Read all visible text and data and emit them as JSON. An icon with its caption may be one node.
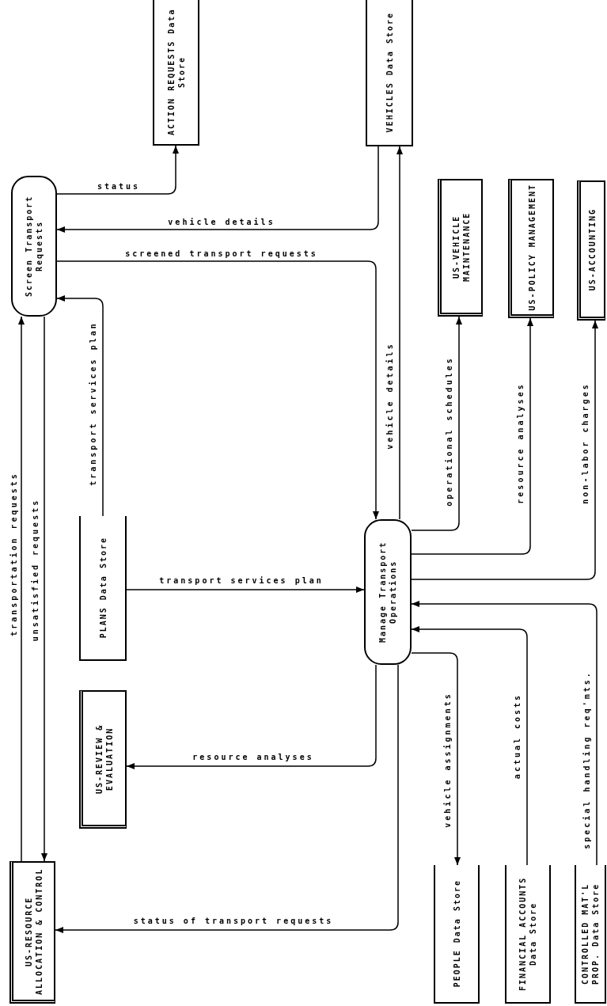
{
  "diagram": {
    "nodes": [
      {
        "text": [
          "Screen Transport Requests"
        ]
      },
      {
        "text": [
          "ACTION REQUESTS Data Store"
        ]
      },
      {
        "text": [
          "VEHICLES Data Store"
        ]
      },
      {
        "text": [
          "US-VEHICLE MAINTENANCE"
        ]
      },
      {
        "text": [
          "US-POLICY MANAGEMENT"
        ]
      },
      {
        "text": [
          "US-ACCOUNTING"
        ]
      },
      {
        "text": [
          "PLANS Data Store"
        ]
      },
      {
        "text": [
          "US-REVIEW & EVALUATION"
        ]
      },
      {
        "text": [
          "Manage Transport Operations"
        ]
      },
      {
        "text": [
          "US-RESOURCE ALLOCATION & CONTROL"
        ]
      },
      {
        "text": [
          "PEOPLE Data Store"
        ]
      },
      {
        "text": [
          "FINANCIAL ACCOUNTS Data Store"
        ]
      },
      {
        "text": [
          "CONTROLLED MAT'L PROP. Data Store"
        ]
      }
    ],
    "edges": [
      {
        "from": 0,
        "to": 1,
        "arrow": "to",
        "label": "status"
      },
      {
        "from": 2,
        "to": 0,
        "arrow": "to",
        "label": "vehicle details"
      },
      {
        "from": 0,
        "to": 8,
        "arrow": "to",
        "label": "screened transport requests"
      },
      {
        "from": 8,
        "to": 2,
        "arrow": "to",
        "label": "vehicle details"
      },
      {
        "from": 8,
        "to": 3,
        "arrow": "to",
        "label": "operational schedules"
      },
      {
        "from": 8,
        "to": 4,
        "arrow": "to",
        "label": "resource analyses"
      },
      {
        "from": 8,
        "to": 5,
        "arrow": "to",
        "label": "non-labor charges"
      },
      {
        "from": 6,
        "to": 0,
        "arrow": "to",
        "label": "transport services plan"
      },
      {
        "from": 6,
        "to": 8,
        "arrow": "to",
        "label": "transport services plan"
      },
      {
        "from": 8,
        "to": 7,
        "arrow": "to",
        "label": "resource analyses"
      },
      {
        "from": 8,
        "to": 9,
        "arrow": "to",
        "label": "status of transport requests"
      },
      {
        "from": 9,
        "to": 0,
        "arrow": "to",
        "label": "transportation requests"
      },
      {
        "from": 0,
        "to": 9,
        "arrow": "to",
        "label": "unsatisfied requests"
      },
      {
        "from": 8,
        "to": 10,
        "arrow": "to",
        "label": "vehicle assignments"
      },
      {
        "from": 11,
        "to": 8,
        "arrow": "to",
        "label": "actual costs"
      },
      {
        "from": 12,
        "to": 8,
        "arrow": "to",
        "label": "special handling req'mts."
      }
    ]
  }
}
